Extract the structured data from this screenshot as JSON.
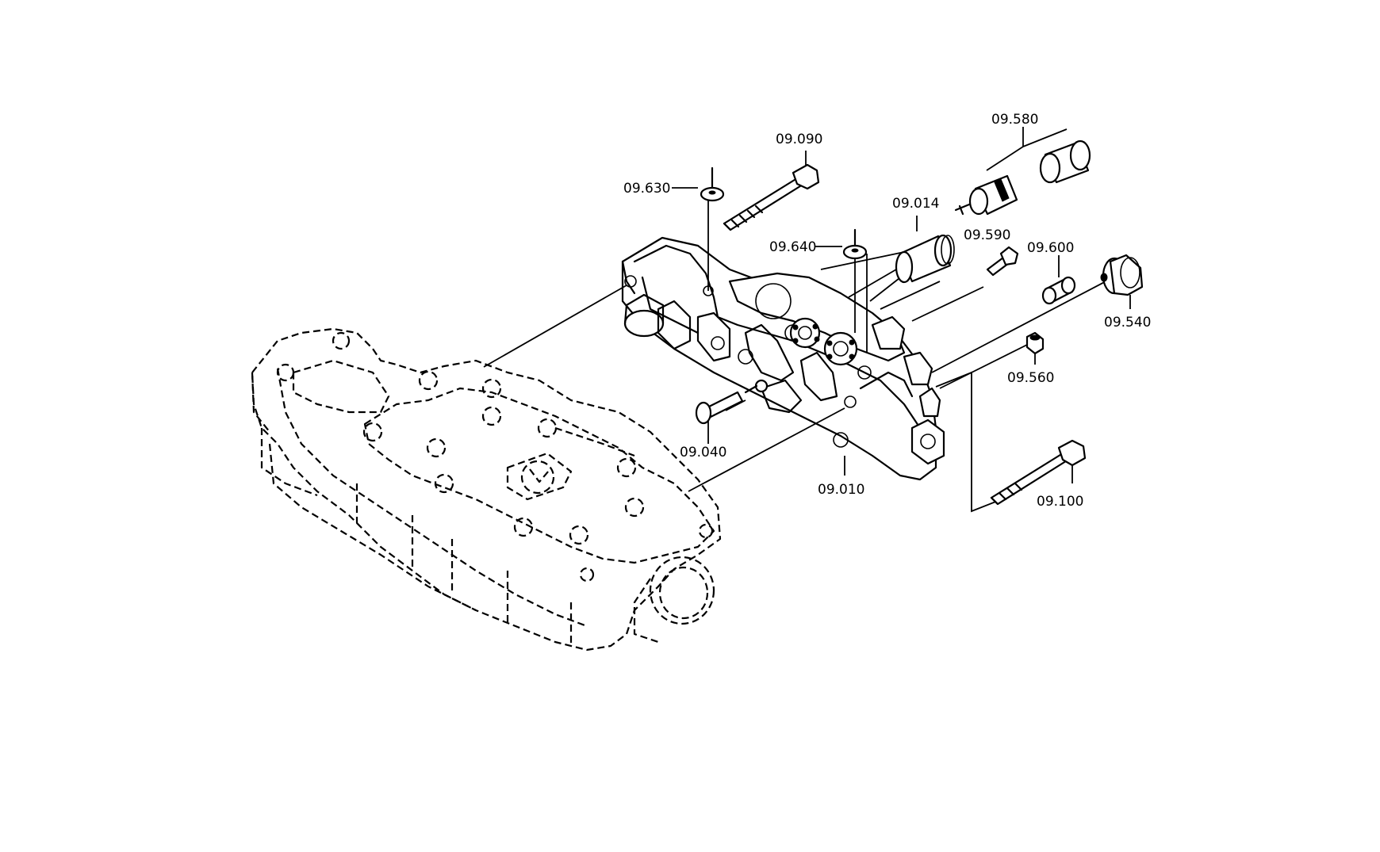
{
  "labels": {
    "p09580": "09.580",
    "p09090": "09.090",
    "p09630": "09.630",
    "p09014": "09.014",
    "p09640": "09.640",
    "p09590": "09.590",
    "p09600": "09.600",
    "p09540": "09.540",
    "p09560": "09.560",
    "p09040": "09.040",
    "p09010": "09.010",
    "p09100": "09.100"
  }
}
